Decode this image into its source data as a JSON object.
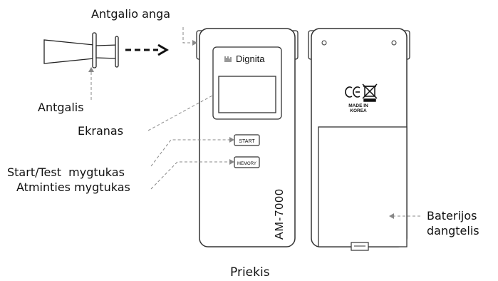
{
  "labels": {
    "mouthpiece_port": "Antgalio anga",
    "mouthpiece": "Antgalis",
    "display": "Ekranas",
    "start_button": "Start/Test  mygtukas",
    "memory_button": "Atminties mygtukas",
    "battery_cover_line1": "Baterijos",
    "battery_cover_line2": "dangtelis",
    "caption": "Priekis"
  },
  "device": {
    "brand": "Dignita",
    "model": "AM-7000",
    "start_label": "START",
    "memory_label": "MEMORY"
  },
  "back_label": {
    "line1": "MADE IN",
    "line2": "KOREA"
  }
}
